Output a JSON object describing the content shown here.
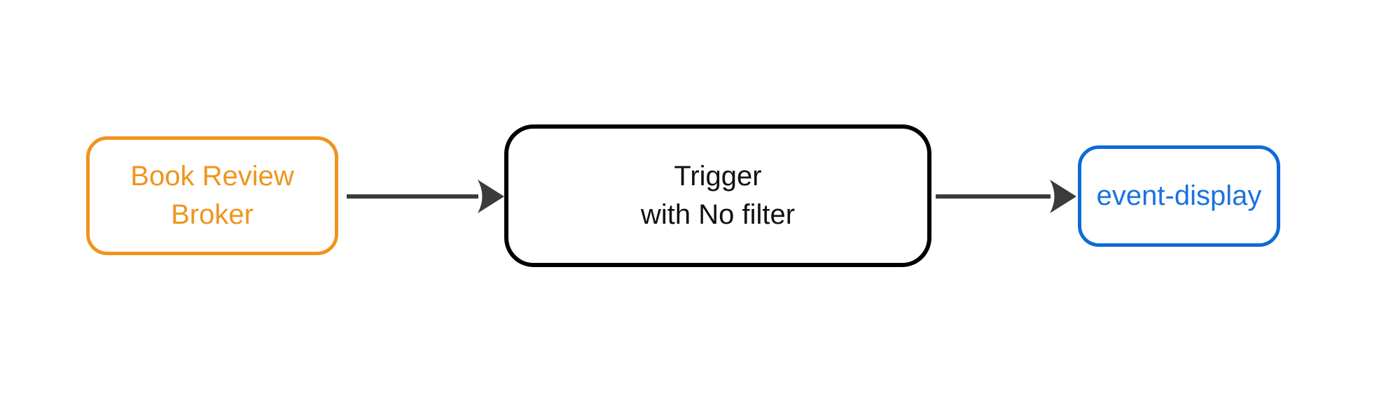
{
  "diagram": {
    "background_color": "#ffffff",
    "arrow_color": "#3B3B3B",
    "nodes": {
      "broker": {
        "label_line1": "Book Review",
        "label_line2": "Broker",
        "color": "#F0941E"
      },
      "trigger": {
        "label_line1": "Trigger",
        "label_line2": "with No filter",
        "border_color": "#000000",
        "text_color": "#111111"
      },
      "sink": {
        "label": "event-display",
        "border_color": "#0F6AD7",
        "text_color": "#1B72E0"
      }
    },
    "edges": [
      {
        "from": "Book Review Broker",
        "to": "Trigger with No filter"
      },
      {
        "from": "Trigger with No filter",
        "to": "event-display"
      }
    ]
  }
}
